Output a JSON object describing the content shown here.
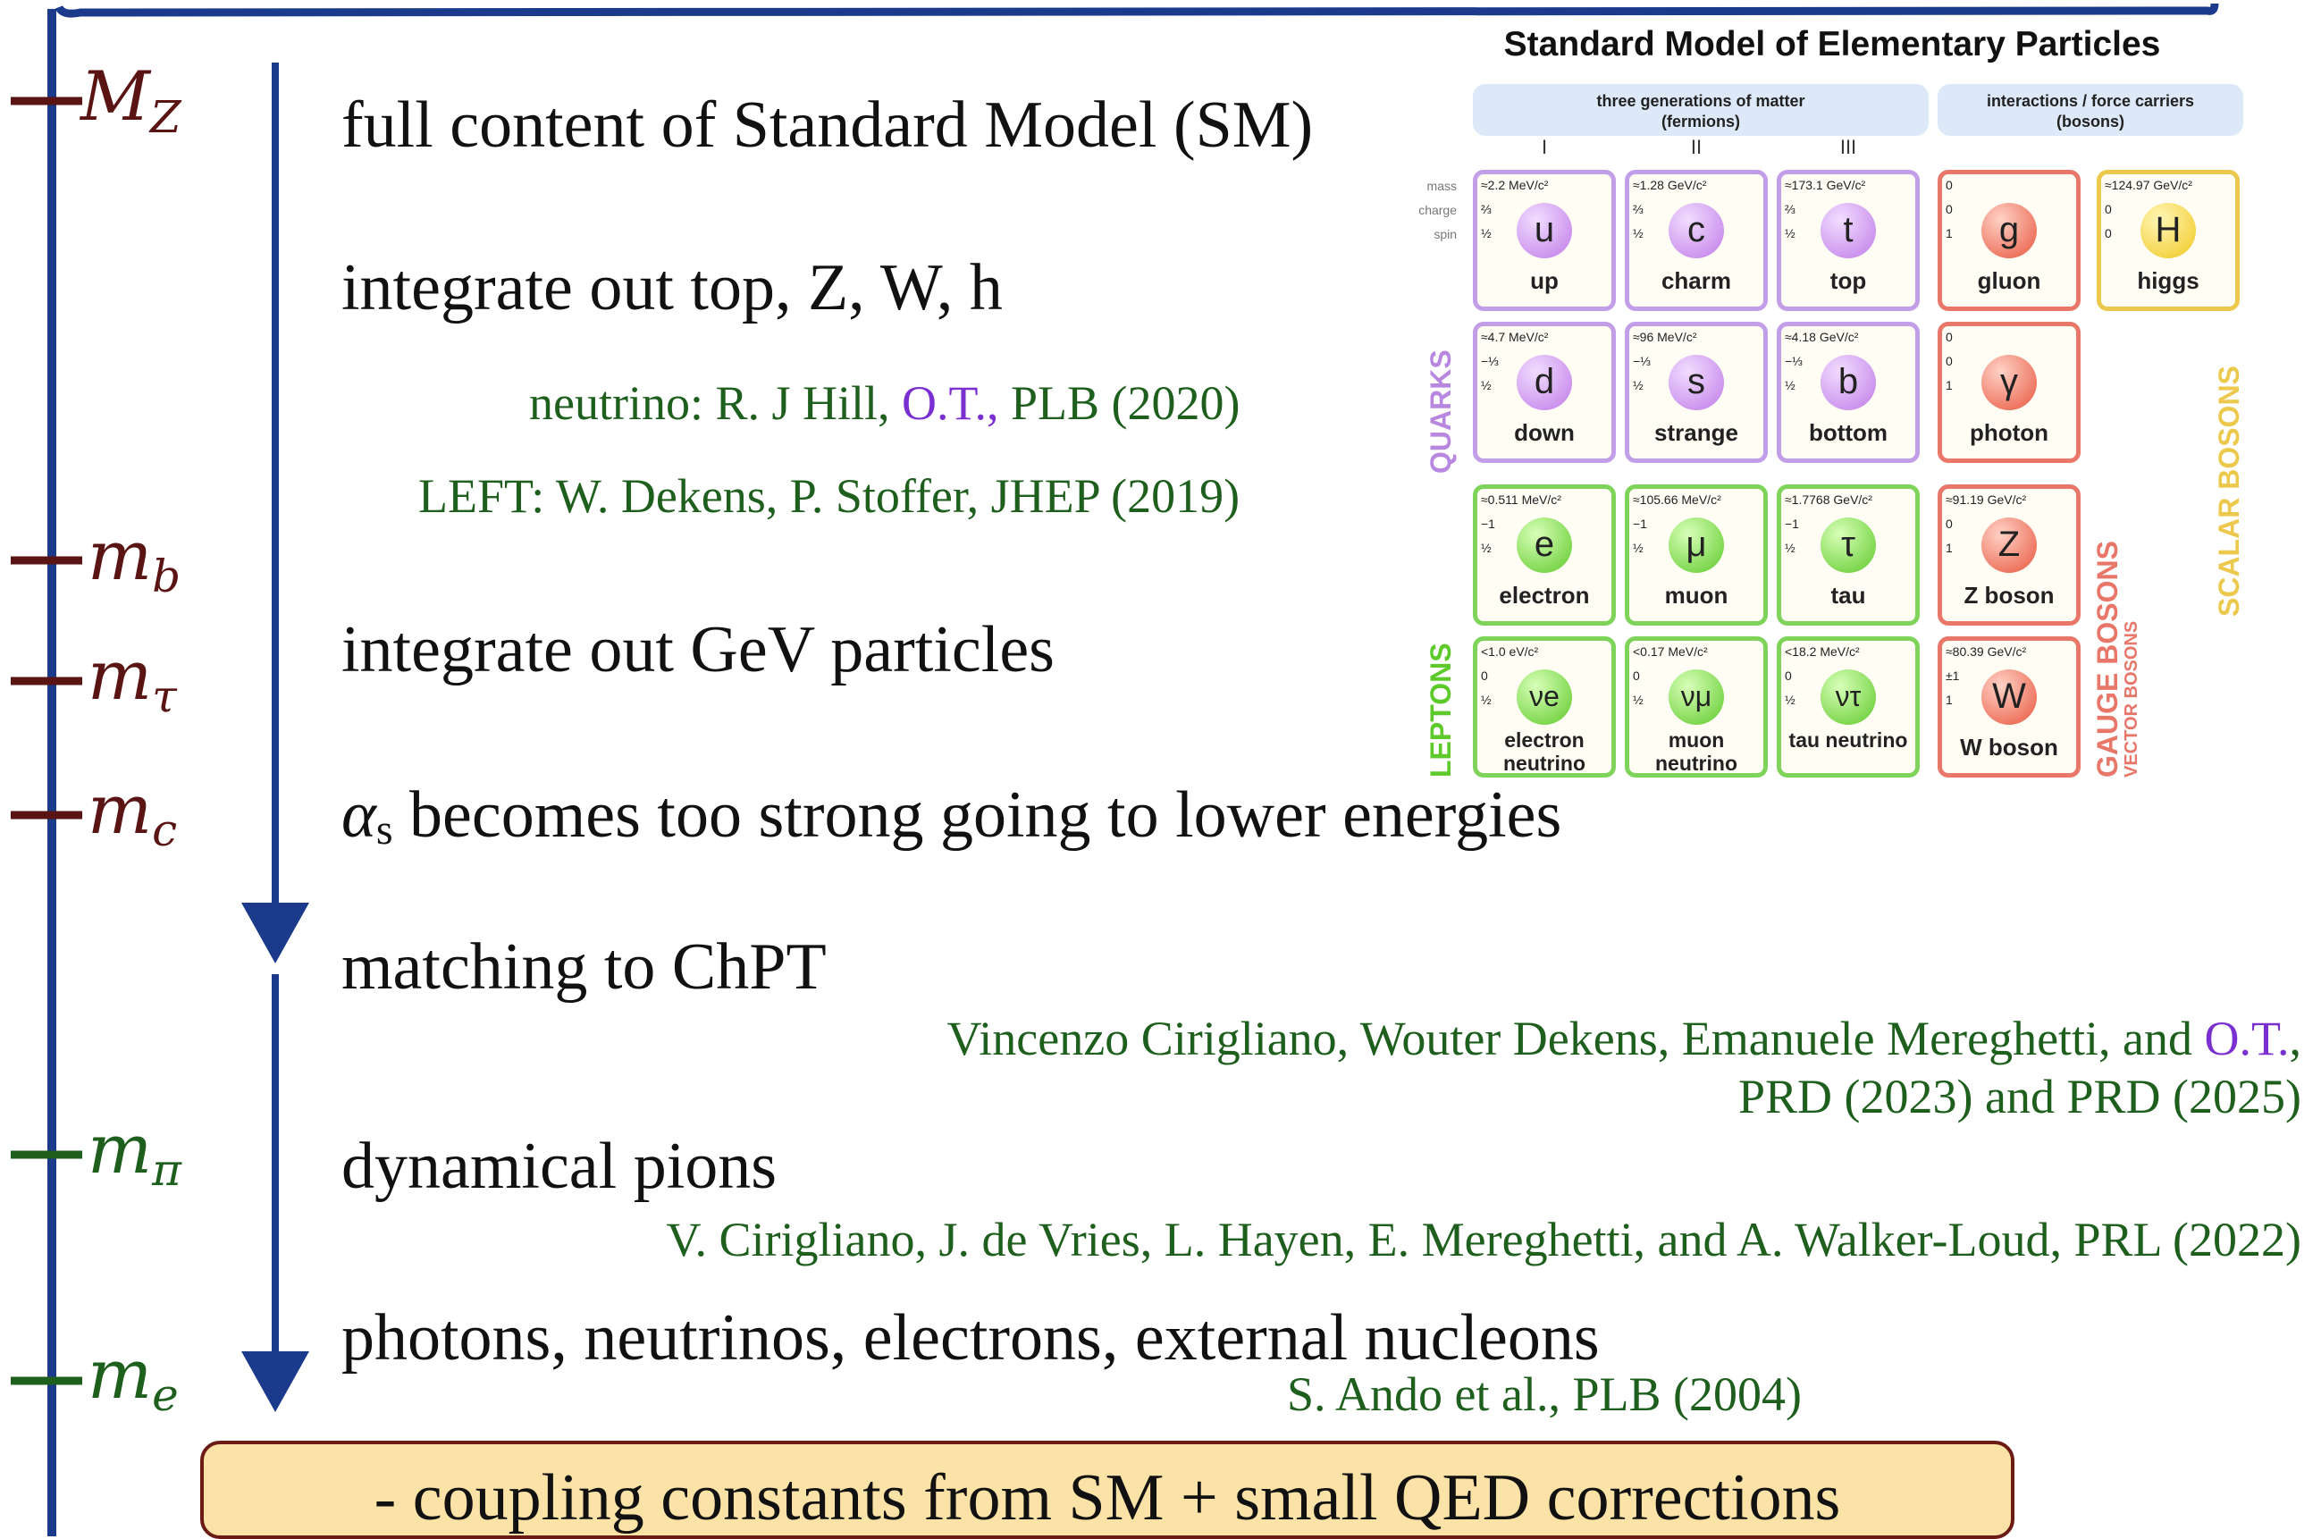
{
  "scale_labels": [
    {
      "symbol": "M",
      "sub": "Z",
      "color": "#5a1414"
    },
    {
      "symbol": "m",
      "sub": "b",
      "color": "#5a1414"
    },
    {
      "symbol": "m",
      "sub": "τ",
      "color": "#5a1414"
    },
    {
      "symbol": "m",
      "sub": "c",
      "color": "#5a1414"
    },
    {
      "symbol": "m",
      "sub": "π",
      "color": "#1e5f1e"
    },
    {
      "symbol": "m",
      "sub": "e",
      "color": "#1e5f1e"
    }
  ],
  "stages": {
    "full_sm": "full content of Standard Model (SM)",
    "integrate_heavy": "integrate out top, Z, W, h",
    "integrate_gev": "integrate out GeV particles",
    "alpha_symbol": "α",
    "alpha_sub": "s",
    "alpha_rest": " becomes too strong going to lower energies",
    "matching": "matching to ChPT",
    "pions": "dynamical pions",
    "light": "photons, neutrinos, electrons, external nucleons"
  },
  "references": {
    "neutrino_pre": "neutrino: R. J Hill, ",
    "neutrino_me": "O.T.,",
    "neutrino_post": " PLB (2020)",
    "left": "LEFT: W. Dekens, P. Stoffer, JHEP (2019)",
    "chpt_line1_pre": "Vincenzo Cirigliano, Wouter Dekens, Emanuele Mereghetti, and ",
    "chpt_line1_me": "O.T.",
    "chpt_line1_post": ",",
    "chpt_line2": "PRD (2023) and PRD (2025)",
    "pions": "V. Cirigliano, J. de Vries, L. Hayen, E. Mereghetti, and A. Walker-Loud, PRL (2022)",
    "light": "S. Ando et al., PLB (2004)"
  },
  "summary": "- coupling constants from SM + small QED corrections",
  "colors": {
    "axis": "#1b3a8c",
    "heavy_tick": "#5a1414",
    "light_tick": "#1e5f1e",
    "reference_green": "#1e5f1e",
    "highlight_purple": "#7a2fd0",
    "summary_fill": "#fbe2a7",
    "summary_border": "#6b1a14"
  },
  "standard_model": {
    "title": "Standard Model of Elementary Particles",
    "header_fermions_1": "three generations of matter",
    "header_fermions_2": "(fermions)",
    "header_bosons_1": "interactions / force carriers",
    "header_bosons_2": "(bosons)",
    "generations": [
      "I",
      "II",
      "III"
    ],
    "row_labels": [
      "mass",
      "charge",
      "spin"
    ],
    "group_labels": {
      "quarks": "QUARKS",
      "leptons": "LEPTONS",
      "gauge": "GAUGE BOSONS",
      "vector": "VECTOR BOSONS",
      "scalar": "SCALAR BOSONS"
    },
    "particles": [
      {
        "mass": "≈2.2 MeV/c²",
        "charge": "⅔",
        "spin": "½",
        "symbol": "u",
        "name": "up",
        "kind": "quark"
      },
      {
        "mass": "≈1.28 GeV/c²",
        "charge": "⅔",
        "spin": "½",
        "symbol": "c",
        "name": "charm",
        "kind": "quark"
      },
      {
        "mass": "≈173.1 GeV/c²",
        "charge": "⅔",
        "spin": "½",
        "symbol": "t",
        "name": "top",
        "kind": "quark"
      },
      {
        "mass": "0",
        "charge": "0",
        "spin": "1",
        "symbol": "g",
        "name": "gluon",
        "kind": "gauge"
      },
      {
        "mass": "≈124.97 GeV/c²",
        "charge": "0",
        "spin": "0",
        "symbol": "H",
        "name": "higgs",
        "kind": "scalar"
      },
      {
        "mass": "≈4.7 MeV/c²",
        "charge": "−⅓",
        "spin": "½",
        "symbol": "d",
        "name": "down",
        "kind": "quark"
      },
      {
        "mass": "≈96 MeV/c²",
        "charge": "−⅓",
        "spin": "½",
        "symbol": "s",
        "name": "strange",
        "kind": "quark"
      },
      {
        "mass": "≈4.18 GeV/c²",
        "charge": "−⅓",
        "spin": "½",
        "symbol": "b",
        "name": "bottom",
        "kind": "quark"
      },
      {
        "mass": "0",
        "charge": "0",
        "spin": "1",
        "symbol": "γ",
        "name": "photon",
        "kind": "gauge"
      },
      {
        "mass": "≈0.511 MeV/c²",
        "charge": "−1",
        "spin": "½",
        "symbol": "e",
        "name": "electron",
        "kind": "lepton"
      },
      {
        "mass": "≈105.66 MeV/c²",
        "charge": "−1",
        "spin": "½",
        "symbol": "μ",
        "name": "muon",
        "kind": "lepton"
      },
      {
        "mass": "≈1.7768 GeV/c²",
        "charge": "−1",
        "spin": "½",
        "symbol": "τ",
        "name": "tau",
        "kind": "lepton"
      },
      {
        "mass": "≈91.19 GeV/c²",
        "charge": "0",
        "spin": "1",
        "symbol": "Z",
        "name": "Z boson",
        "kind": "gauge"
      },
      {
        "mass": "<1.0 eV/c²",
        "charge": "0",
        "spin": "½",
        "symbol": "νe",
        "name": "electron neutrino",
        "kind": "lepton"
      },
      {
        "mass": "<0.17 MeV/c²",
        "charge": "0",
        "spin": "½",
        "symbol": "νμ",
        "name": "muon neutrino",
        "kind": "lepton"
      },
      {
        "mass": "<18.2 MeV/c²",
        "charge": "0",
        "spin": "½",
        "symbol": "ντ",
        "name": "tau neutrino",
        "kind": "lepton"
      },
      {
        "mass": "≈80.39 GeV/c²",
        "charge": "±1",
        "spin": "1",
        "symbol": "W",
        "name": "W boson",
        "kind": "gauge"
      }
    ]
  }
}
